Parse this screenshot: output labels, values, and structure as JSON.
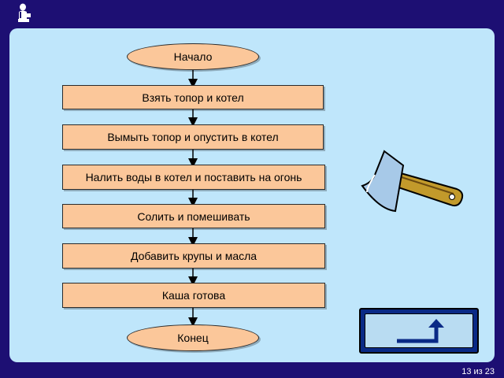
{
  "flowchart": {
    "start": "Начало",
    "steps": [
      "Взять топор и котел",
      "Вымыть топор и опустить в котел",
      "Налить воды в котел и поставить на огонь",
      "Солить и помешивать",
      "Добавить крупы и масла",
      "Каша готова"
    ],
    "end": "Конец"
  },
  "footer": {
    "page_indicator": "13 из 23"
  },
  "icons": {
    "logo": "reader-figure-icon",
    "illustration": "axe-icon",
    "nav": "return-arrow-icon"
  },
  "colors": {
    "background": "#1d0f73",
    "slide": "#bfe6fb",
    "node_fill": "#fbc79a",
    "button_frame": "#0a2a86"
  }
}
